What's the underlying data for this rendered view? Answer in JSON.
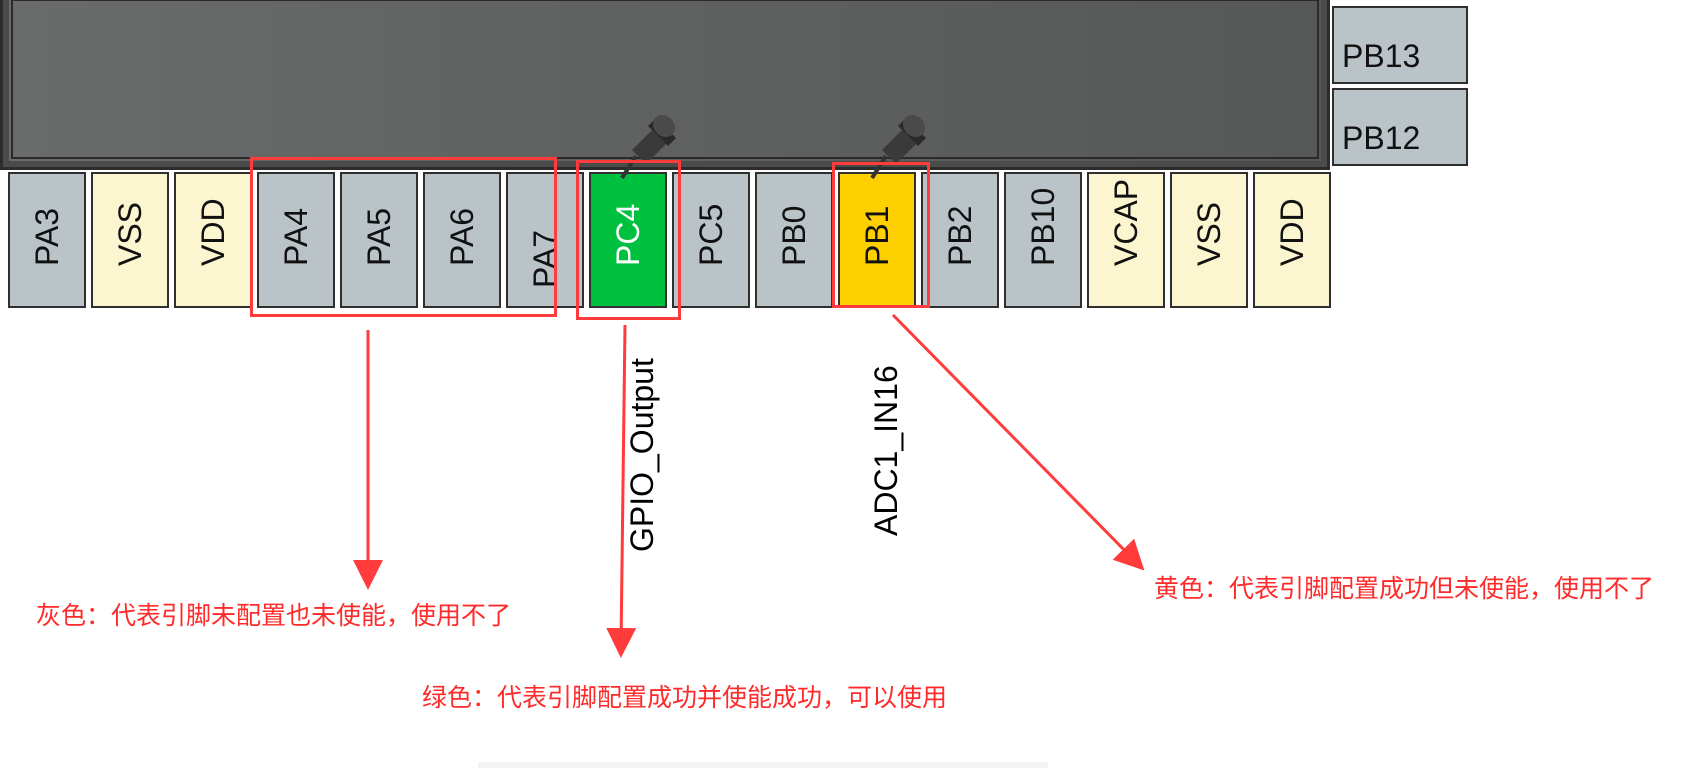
{
  "right_pins": [
    {
      "label": "PB13",
      "state": "gray"
    },
    {
      "label": "PB12",
      "state": "gray"
    }
  ],
  "bottom_pins": [
    {
      "label": "PA3",
      "state": "gray"
    },
    {
      "label": "VSS",
      "state": "power"
    },
    {
      "label": "VDD",
      "state": "power"
    },
    {
      "label": "PA4",
      "state": "gray"
    },
    {
      "label": "PA5",
      "state": "gray"
    },
    {
      "label": "PA6",
      "state": "gray"
    },
    {
      "label": "PA7",
      "state": "gray"
    },
    {
      "label": "PC4",
      "state": "green"
    },
    {
      "label": "PC5",
      "state": "gray"
    },
    {
      "label": "PB0",
      "state": "gray"
    },
    {
      "label": "PB1",
      "state": "yellow"
    },
    {
      "label": "PB2",
      "state": "gray"
    },
    {
      "label": "PB10",
      "state": "gray"
    },
    {
      "label": "VCAP",
      "state": "power"
    },
    {
      "label": "VSS",
      "state": "power"
    },
    {
      "label": "VDD",
      "state": "power"
    }
  ],
  "signals": {
    "pc4": "GPIO_Output",
    "pb1": "ADC1_IN16"
  },
  "annotations": {
    "gray": "灰色：代表引脚未配置也未使能，使用不了",
    "green": "绿色：代表引脚配置成功并使能成功，可以使用",
    "yellow": "黄色：代表引脚配置成功但未使能，使用不了"
  },
  "colors": {
    "gray_pin": "#bac3c8",
    "power_pin": "#fbf5d0",
    "green_pin": "#00c13f",
    "yellow_pin": "#ffd000",
    "annotation": "#ff2a2a"
  }
}
